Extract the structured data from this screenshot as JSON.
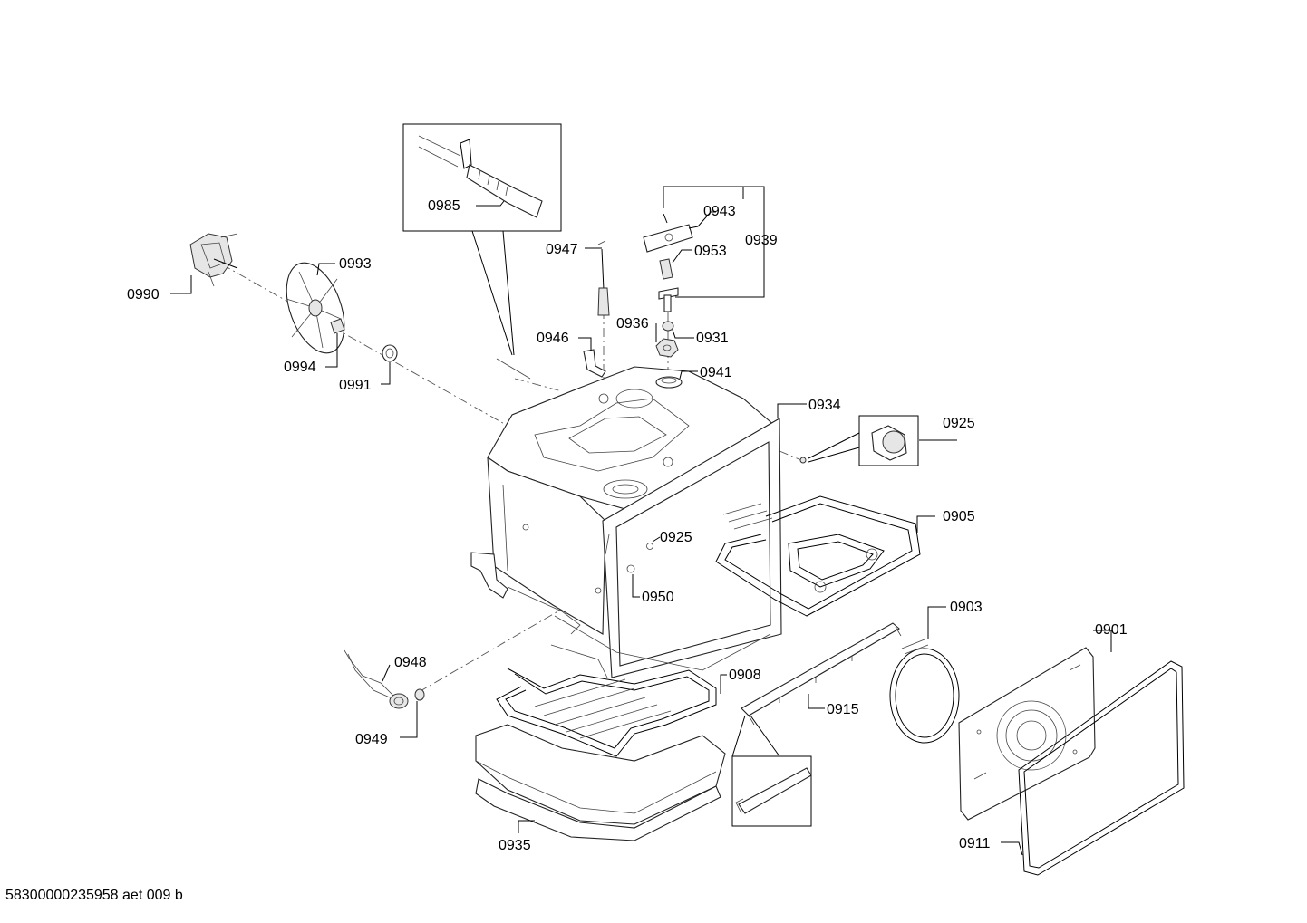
{
  "footer": {
    "code": "58300000235958 aet 009 b"
  },
  "parts": [
    {
      "id": "p0985",
      "label": "0985"
    },
    {
      "id": "p0993",
      "label": "0993"
    },
    {
      "id": "p0990",
      "label": "0990"
    },
    {
      "id": "p0994",
      "label": "0994"
    },
    {
      "id": "p0991",
      "label": "0991"
    },
    {
      "id": "p0947",
      "label": "0947"
    },
    {
      "id": "p0946",
      "label": "0946"
    },
    {
      "id": "p0936",
      "label": "0936"
    },
    {
      "id": "p0931",
      "label": "0931"
    },
    {
      "id": "p0941",
      "label": "0941"
    },
    {
      "id": "p0943",
      "label": "0943"
    },
    {
      "id": "p0953",
      "label": "0953"
    },
    {
      "id": "p0939",
      "label": "0939"
    },
    {
      "id": "p0934",
      "label": "0934"
    },
    {
      "id": "p0925a",
      "label": "0925"
    },
    {
      "id": "p0925b",
      "label": "0925"
    },
    {
      "id": "p0905",
      "label": "0905"
    },
    {
      "id": "p0950",
      "label": "0950"
    },
    {
      "id": "p0948",
      "label": "0948"
    },
    {
      "id": "p0949",
      "label": "0949"
    },
    {
      "id": "p0908",
      "label": "0908"
    },
    {
      "id": "p0915",
      "label": "0915"
    },
    {
      "id": "p0903",
      "label": "0903"
    },
    {
      "id": "p0901",
      "label": "0901"
    },
    {
      "id": "p0911",
      "label": "0911"
    },
    {
      "id": "p0935",
      "label": "0935"
    }
  ]
}
